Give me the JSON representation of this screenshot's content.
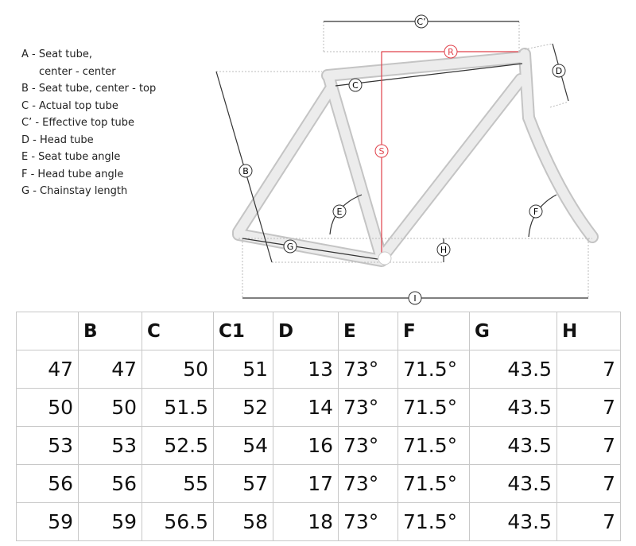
{
  "legend": [
    "A - Seat tube,",
    "center - center",
    "B - Seat tube, center - top",
    "C - Actual top tube",
    "C’ - Effective top tube",
    "D - Head tube",
    "E - Seat tube angle",
    "F - Head tube angle",
    "G - Chainstay length"
  ],
  "diagram_labels": {
    "c_prime": "C’",
    "r": "R",
    "s": "S",
    "c": "C",
    "d": "D",
    "b": "B",
    "e": "E",
    "f": "F",
    "g": "G",
    "h": "H",
    "i": "I"
  },
  "colors": {
    "frame": "#ececec",
    "frame_outline": "#c4c4c4",
    "dimension": "#333333",
    "red": "#e0404a"
  },
  "table": {
    "headers": [
      "",
      "B",
      "C",
      "C1",
      "D",
      "E",
      "F",
      "G",
      "H"
    ],
    "rows": [
      [
        "47",
        "47",
        "50",
        "51",
        "13",
        "73°",
        "71.5°",
        "43.5",
        "7"
      ],
      [
        "50",
        "50",
        "51.5",
        "52",
        "14",
        "73°",
        "71.5°",
        "43.5",
        "7"
      ],
      [
        "53",
        "53",
        "52.5",
        "54",
        "16",
        "73°",
        "71.5°",
        "43.5",
        "7"
      ],
      [
        "56",
        "56",
        "55",
        "57",
        "17",
        "73°",
        "71.5°",
        "43.5",
        "7"
      ],
      [
        "59",
        "59",
        "56.5",
        "58",
        "18",
        "73°",
        "71.5°",
        "43.5",
        "7"
      ]
    ]
  }
}
